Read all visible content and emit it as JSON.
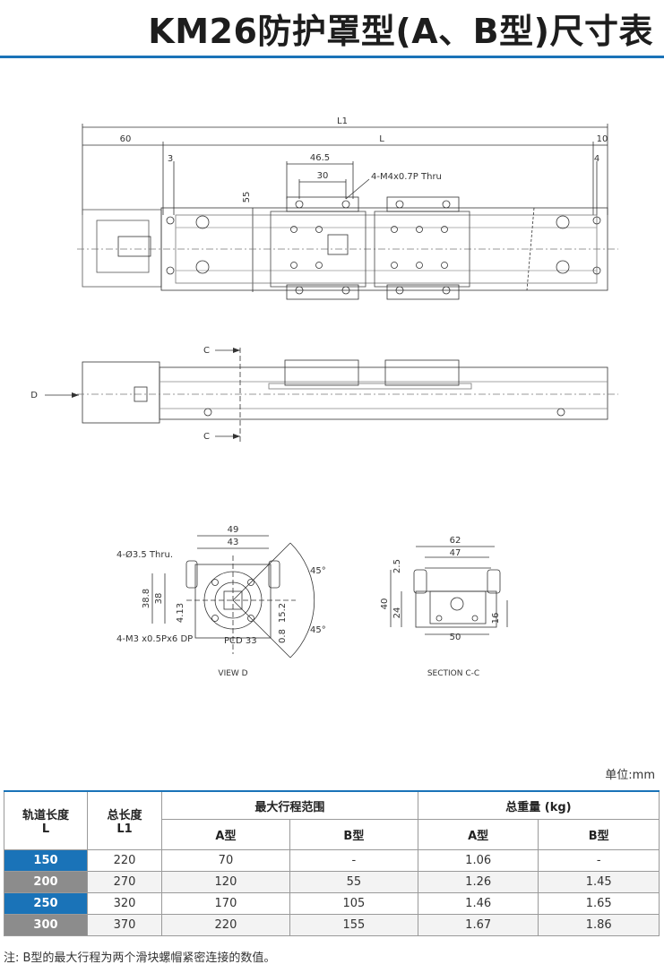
{
  "header": {
    "title": "KM26防护罩型(A、B型)尺寸表"
  },
  "drawing": {
    "top_view": {
      "dims": {
        "l1": "L1",
        "l": "L",
        "left_offset": "60",
        "right_offset": "10",
        "left_small": "3",
        "right_small": "4",
        "pitch_outer": "46.5",
        "pitch_inner": "30",
        "height": "55"
      },
      "callout": "4-M4x0.7P Thru"
    },
    "side_view": {
      "section_mark_top": "C",
      "section_mark_bottom": "C",
      "view_mark": "D"
    },
    "view_d": {
      "caption": "VIEW D",
      "dims": {
        "w_outer": "49",
        "w_inner": "43",
        "h_outer": "38.8",
        "h_inner": "38",
        "h_small": "4.13",
        "h_mid": "15.2",
        "h_tiny": "0.8",
        "angle_top": "45°",
        "angle_bottom": "45°"
      },
      "callouts": {
        "thru": "4-Ø3.5 Thru.",
        "tap": "4-M3 x0.5Px6 DP",
        "pcd": "PCD 33"
      }
    },
    "section_cc": {
      "caption": "SECTION C-C",
      "dims": {
        "w_outer": "62",
        "w_inner": "47",
        "w_base": "50",
        "h_total": "40",
        "h_body": "24",
        "h_top": "2.5",
        "h_right": "16"
      }
    }
  },
  "unit_label": "单位:mm",
  "table": {
    "headers": {
      "rail_length": "轨道长度",
      "rail_length_sym": "L",
      "total_length": "总长度",
      "total_length_sym": "L1",
      "max_stroke": "最大行程范围",
      "total_weight": "总重量 (kg)",
      "type_a": "A型",
      "type_b": "B型",
      "type_a2": "A型",
      "type_b2": "B型"
    },
    "rows": [
      {
        "l": "150",
        "l1": "220",
        "stroke_a": "70",
        "stroke_b": "-",
        "weight_a": "1.06",
        "weight_b": "-"
      },
      {
        "l": "200",
        "l1": "270",
        "stroke_a": "120",
        "stroke_b": "55",
        "weight_a": "1.26",
        "weight_b": "1.45"
      },
      {
        "l": "250",
        "l1": "320",
        "stroke_a": "170",
        "stroke_b": "105",
        "weight_a": "1.46",
        "weight_b": "1.65"
      },
      {
        "l": "300",
        "l1": "370",
        "stroke_a": "220",
        "stroke_b": "155",
        "weight_a": "1.67",
        "weight_b": "1.86"
      }
    ]
  },
  "note": "注: B型的最大行程为两个滑块螺帽紧密连接的数值。",
  "colors": {
    "accent": "#1a73b8",
    "row_alt": "#8c8c8c"
  }
}
